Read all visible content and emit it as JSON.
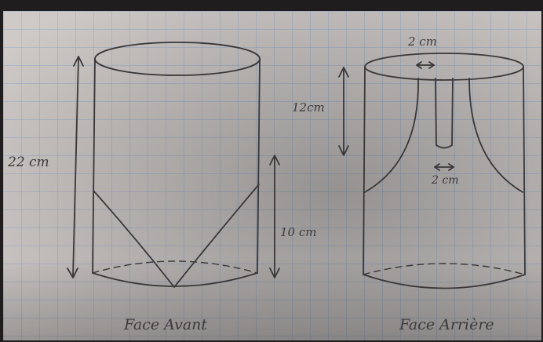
{
  "front": {
    "caption": "Face Avant",
    "height_label": "22 cm",
    "cut_label": "10 cm"
  },
  "back": {
    "caption": "Face Arrière",
    "slot_top_label": "2 cm",
    "slot_height_label": "12cm",
    "slot_bottom_label": "2 cm"
  },
  "colors": {
    "paper": "#cfcac8",
    "grid": "#9fb1cc",
    "ink": "#3a3739"
  }
}
